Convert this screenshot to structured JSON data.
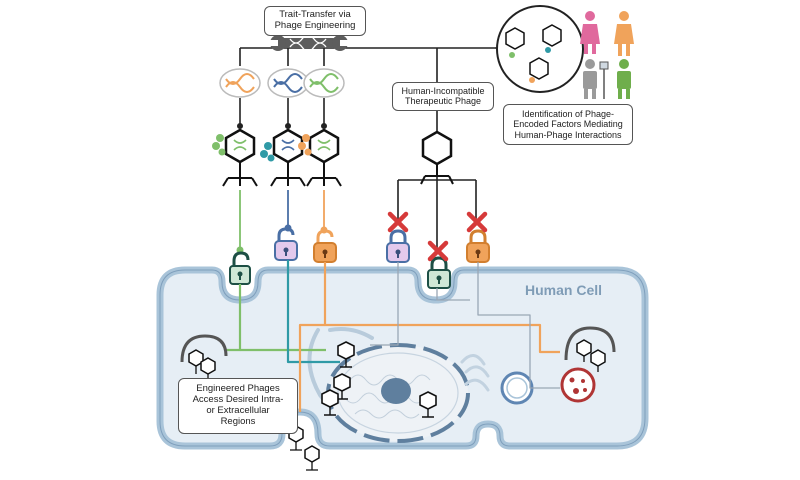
{
  "labels": {
    "trait_transfer": [
      "Trait-Transfer via",
      "Phage Engineering"
    ],
    "human_incompatible": [
      "Human-Incompatible",
      "Therapeutic Phage"
    ],
    "identification": [
      "Identification of Phage-",
      "Encoded Factors Mediating",
      "Human-Phage Interactions"
    ],
    "engineered": [
      "Engineered Phages",
      "Access Desired Intra-",
      "or Extracellular",
      "Regions"
    ],
    "human_cell": "Human Cell"
  },
  "colors": {
    "green": "#7fbf6a",
    "teal": "#2f9aa6",
    "blue": "#4a6fa5",
    "orange": "#f0a35b",
    "red": "#d63a3a",
    "membrane": "#a9c4d9",
    "cell_fill": "#e6eef5",
    "nucleus": "#5f7f9e",
    "line": "#222222",
    "lock_lavender": "#e3c9ec"
  },
  "icons": {
    "engineering_tool": "wrench-dna-icon",
    "gene": "dna-helix-icon",
    "phage": "bacteriophage-icon",
    "lock_open": "open-padlock-icon",
    "lock_closed": "closed-padlock-icon",
    "blocked": "red-x-icon",
    "people": "human-figures-icon"
  }
}
